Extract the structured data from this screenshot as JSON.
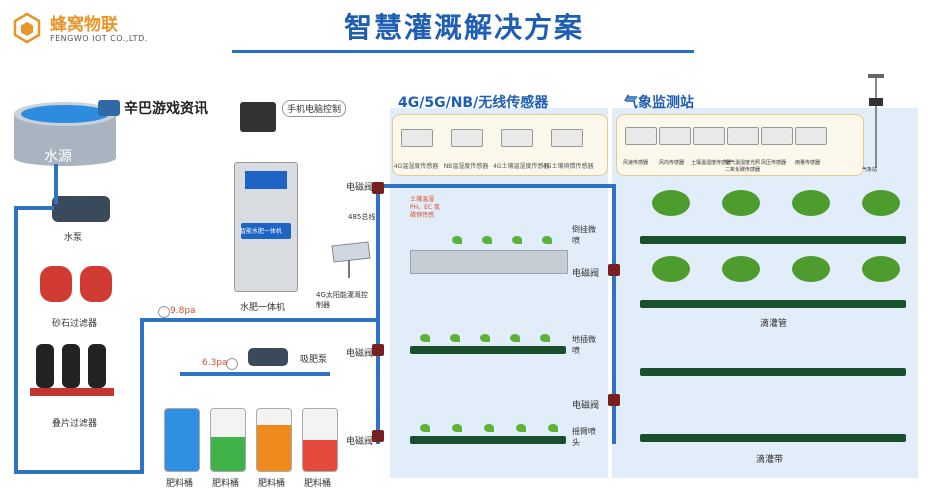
{
  "header": {
    "title": "智慧灌溉解决方案",
    "logo_cn": "蜂窝物联",
    "logo_en": "FENGWO IOT CO.,LTD."
  },
  "watermark": "辛巴游戏资讯",
  "left_system": {
    "water_source": "水源",
    "pump": "水泵",
    "sand_filter": "砂石过滤器",
    "disc_filter": "叠片过滤器",
    "pressure_main": "9.8pa",
    "pressure_branch": "6.3pa",
    "fertigation_machine": "水肥一体机",
    "machine_panel": "智能水肥一体机",
    "suction_pump": "吸肥泵",
    "phone_control": "手机电脑控制",
    "solar_controller": "4G太阳能灌溉控制器",
    "bus_485": "485总线",
    "tanks": [
      {
        "label": "肥料桶",
        "color": "#2f8fe0"
      },
      {
        "label": "肥料桶",
        "color": "#3fb34a"
      },
      {
        "label": "肥料桶",
        "color": "#f08a1c"
      },
      {
        "label": "肥料桶",
        "color": "#e64a3a"
      }
    ]
  },
  "sensors_section": {
    "title": "4G/5G/NB/无线传感器",
    "devices": [
      "4G温湿度传感器",
      "NB温湿度传感器",
      "4G土壤温湿度传感器",
      "4G土壤墒情传感器"
    ],
    "soil_monitor": "土壤温湿 PH、EC 氮磷钾传感",
    "valve_label": "电磁阀",
    "zones": [
      "倒挂微喷",
      "地插微喷",
      "摇臂喷头"
    ]
  },
  "weather_section": {
    "title": "气象监测站",
    "devices": [
      "风速传感器",
      "风向传感器",
      "土壤温湿度传感器",
      "空气温湿度光照二氧化碳传感器",
      "风压传感器",
      "雨量传感器",
      "气象站"
    ],
    "valve_label": "电磁阀",
    "zones": [
      "滴灌管",
      "滴灌带"
    ]
  }
}
